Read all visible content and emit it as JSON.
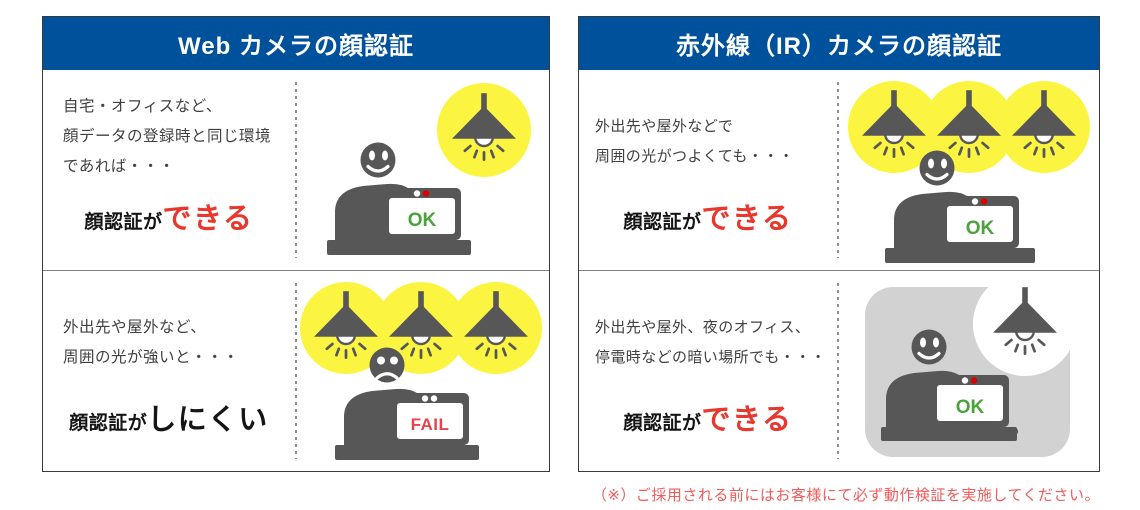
{
  "colors": {
    "header_blue": "#00519C",
    "accent_red": "#E8382D",
    "icon_gray": "#575757",
    "lamp_yellow": "#FBF542",
    "ok_green": "#4BA13C",
    "fail_red": "#E8414D",
    "note_red": "#F15B5B"
  },
  "panels": {
    "web": {
      "title": "Web カメラの顔認証",
      "rows": [
        {
          "lines": [
            "自宅・オフィスなど、",
            "顔データの登録時と同じ環境",
            "であれば・・・"
          ],
          "result_prefix": "顔認証が",
          "result": "できる",
          "screen_label": "OK"
        },
        {
          "lines": [
            "外出先や屋外など、",
            "周囲の光が強いと・・・"
          ],
          "result_prefix": "顔認証が",
          "result": "しにくい",
          "screen_label": "FAIL"
        }
      ]
    },
    "ir": {
      "title": "赤外線（IR）カメラの顔認証",
      "rows": [
        {
          "lines": [
            "外出先や屋外などで",
            "周囲の光がつよくても・・・"
          ],
          "result_prefix": "顔認証が",
          "result": "できる",
          "screen_label": "OK"
        },
        {
          "lines": [
            "外出先や屋外、夜のオフィス、",
            "停電時などの暗い場所でも・・・"
          ],
          "result_prefix": "顔認証が",
          "result": "できる",
          "screen_label": "OK"
        }
      ]
    }
  },
  "note": "（※）ご採用される前にはお客様にて必ず動作検証を実施してください。"
}
